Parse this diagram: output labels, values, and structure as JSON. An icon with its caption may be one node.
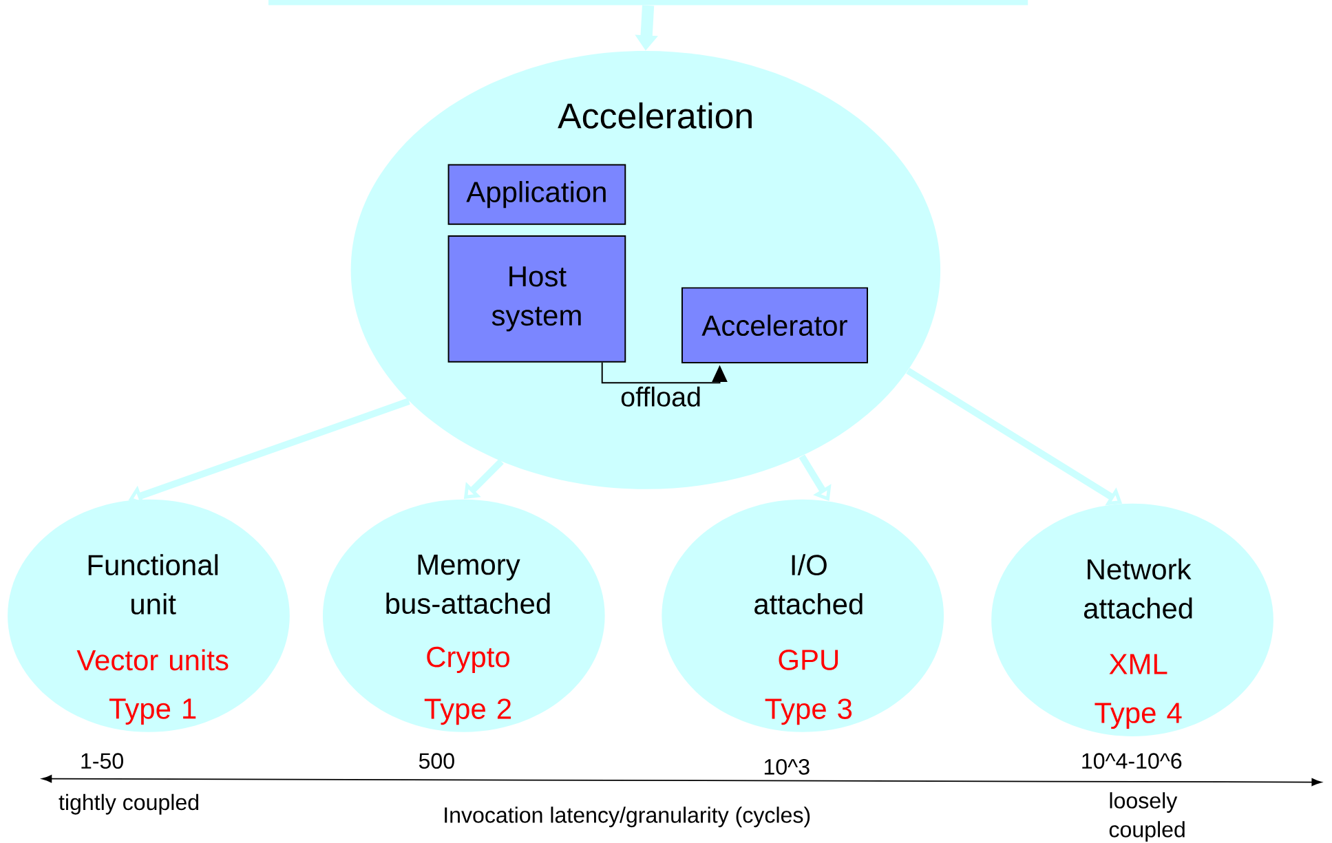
{
  "diagram": {
    "nodes": [
      {
        "text": [],
        "shape": "bar"
      },
      {
        "text": [
          "Acceleration"
        ]
      },
      {
        "text": [
          "Application"
        ],
        "in": 1
      },
      {
        "text": [
          "Host system"
        ],
        "in": 1
      },
      {
        "text": [
          "Accelerator"
        ],
        "in": 1
      },
      {
        "text": [
          "Functional unit",
          "Vector units",
          "Type 1"
        ]
      },
      {
        "text": [
          "Memory bus-attached",
          "Crypto",
          "Type 2"
        ]
      },
      {
        "text": [
          "I/O attached",
          "GPU",
          "Type 3"
        ]
      },
      {
        "text": [
          "Network attached",
          "XML",
          "Type 4"
        ]
      }
    ],
    "edges": [
      {
        "from": 0,
        "to": 1,
        "arrow": "to"
      },
      {
        "from": 3,
        "to": 4,
        "arrow": "to",
        "label": "offload",
        "color": "#000000"
      },
      {
        "from": 1,
        "to": 5,
        "arrow": "to"
      },
      {
        "from": 1,
        "to": 6,
        "arrow": "to"
      },
      {
        "from": 1,
        "to": 7,
        "arrow": "to"
      },
      {
        "from": 1,
        "to": 8,
        "arrow": "to"
      }
    ],
    "labels": [
      "1-50",
      "500",
      "10^3",
      "10^4-10^6",
      "tightly coupled",
      "Invocation latency/granularity (cycles)",
      "loosely coupled"
    ]
  }
}
